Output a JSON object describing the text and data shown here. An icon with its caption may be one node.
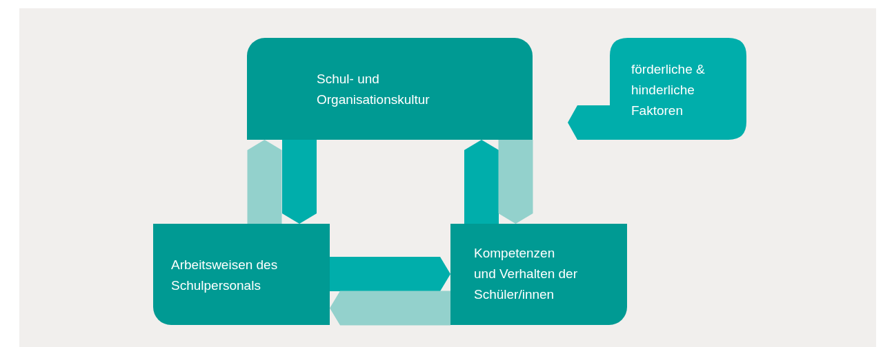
{
  "diagram": {
    "nodes": [
      {
        "text": [
          "Schul- und Organisationskultur"
        ]
      },
      {
        "text": [
          "förderliche & hinderliche Faktoren"
        ]
      },
      {
        "text": [
          "Arbeitsweisen des Schulpersonals"
        ]
      },
      {
        "text": [
          "Kompetenzen und Verhalten der Schüler/innen"
        ]
      }
    ],
    "edges": [
      {
        "from": 0,
        "to": 2,
        "arrow": "to"
      },
      {
        "from": 2,
        "to": 0,
        "arrow": "to",
        "color": "#93d1cc"
      },
      {
        "from": 3,
        "to": 0,
        "arrow": "to"
      },
      {
        "from": 0,
        "to": 3,
        "arrow": "to",
        "color": "#93d1cc"
      },
      {
        "from": 2,
        "to": 3,
        "arrow": "to"
      },
      {
        "from": 3,
        "to": 2,
        "arrow": "to",
        "color": "#93d1cc"
      }
    ]
  }
}
